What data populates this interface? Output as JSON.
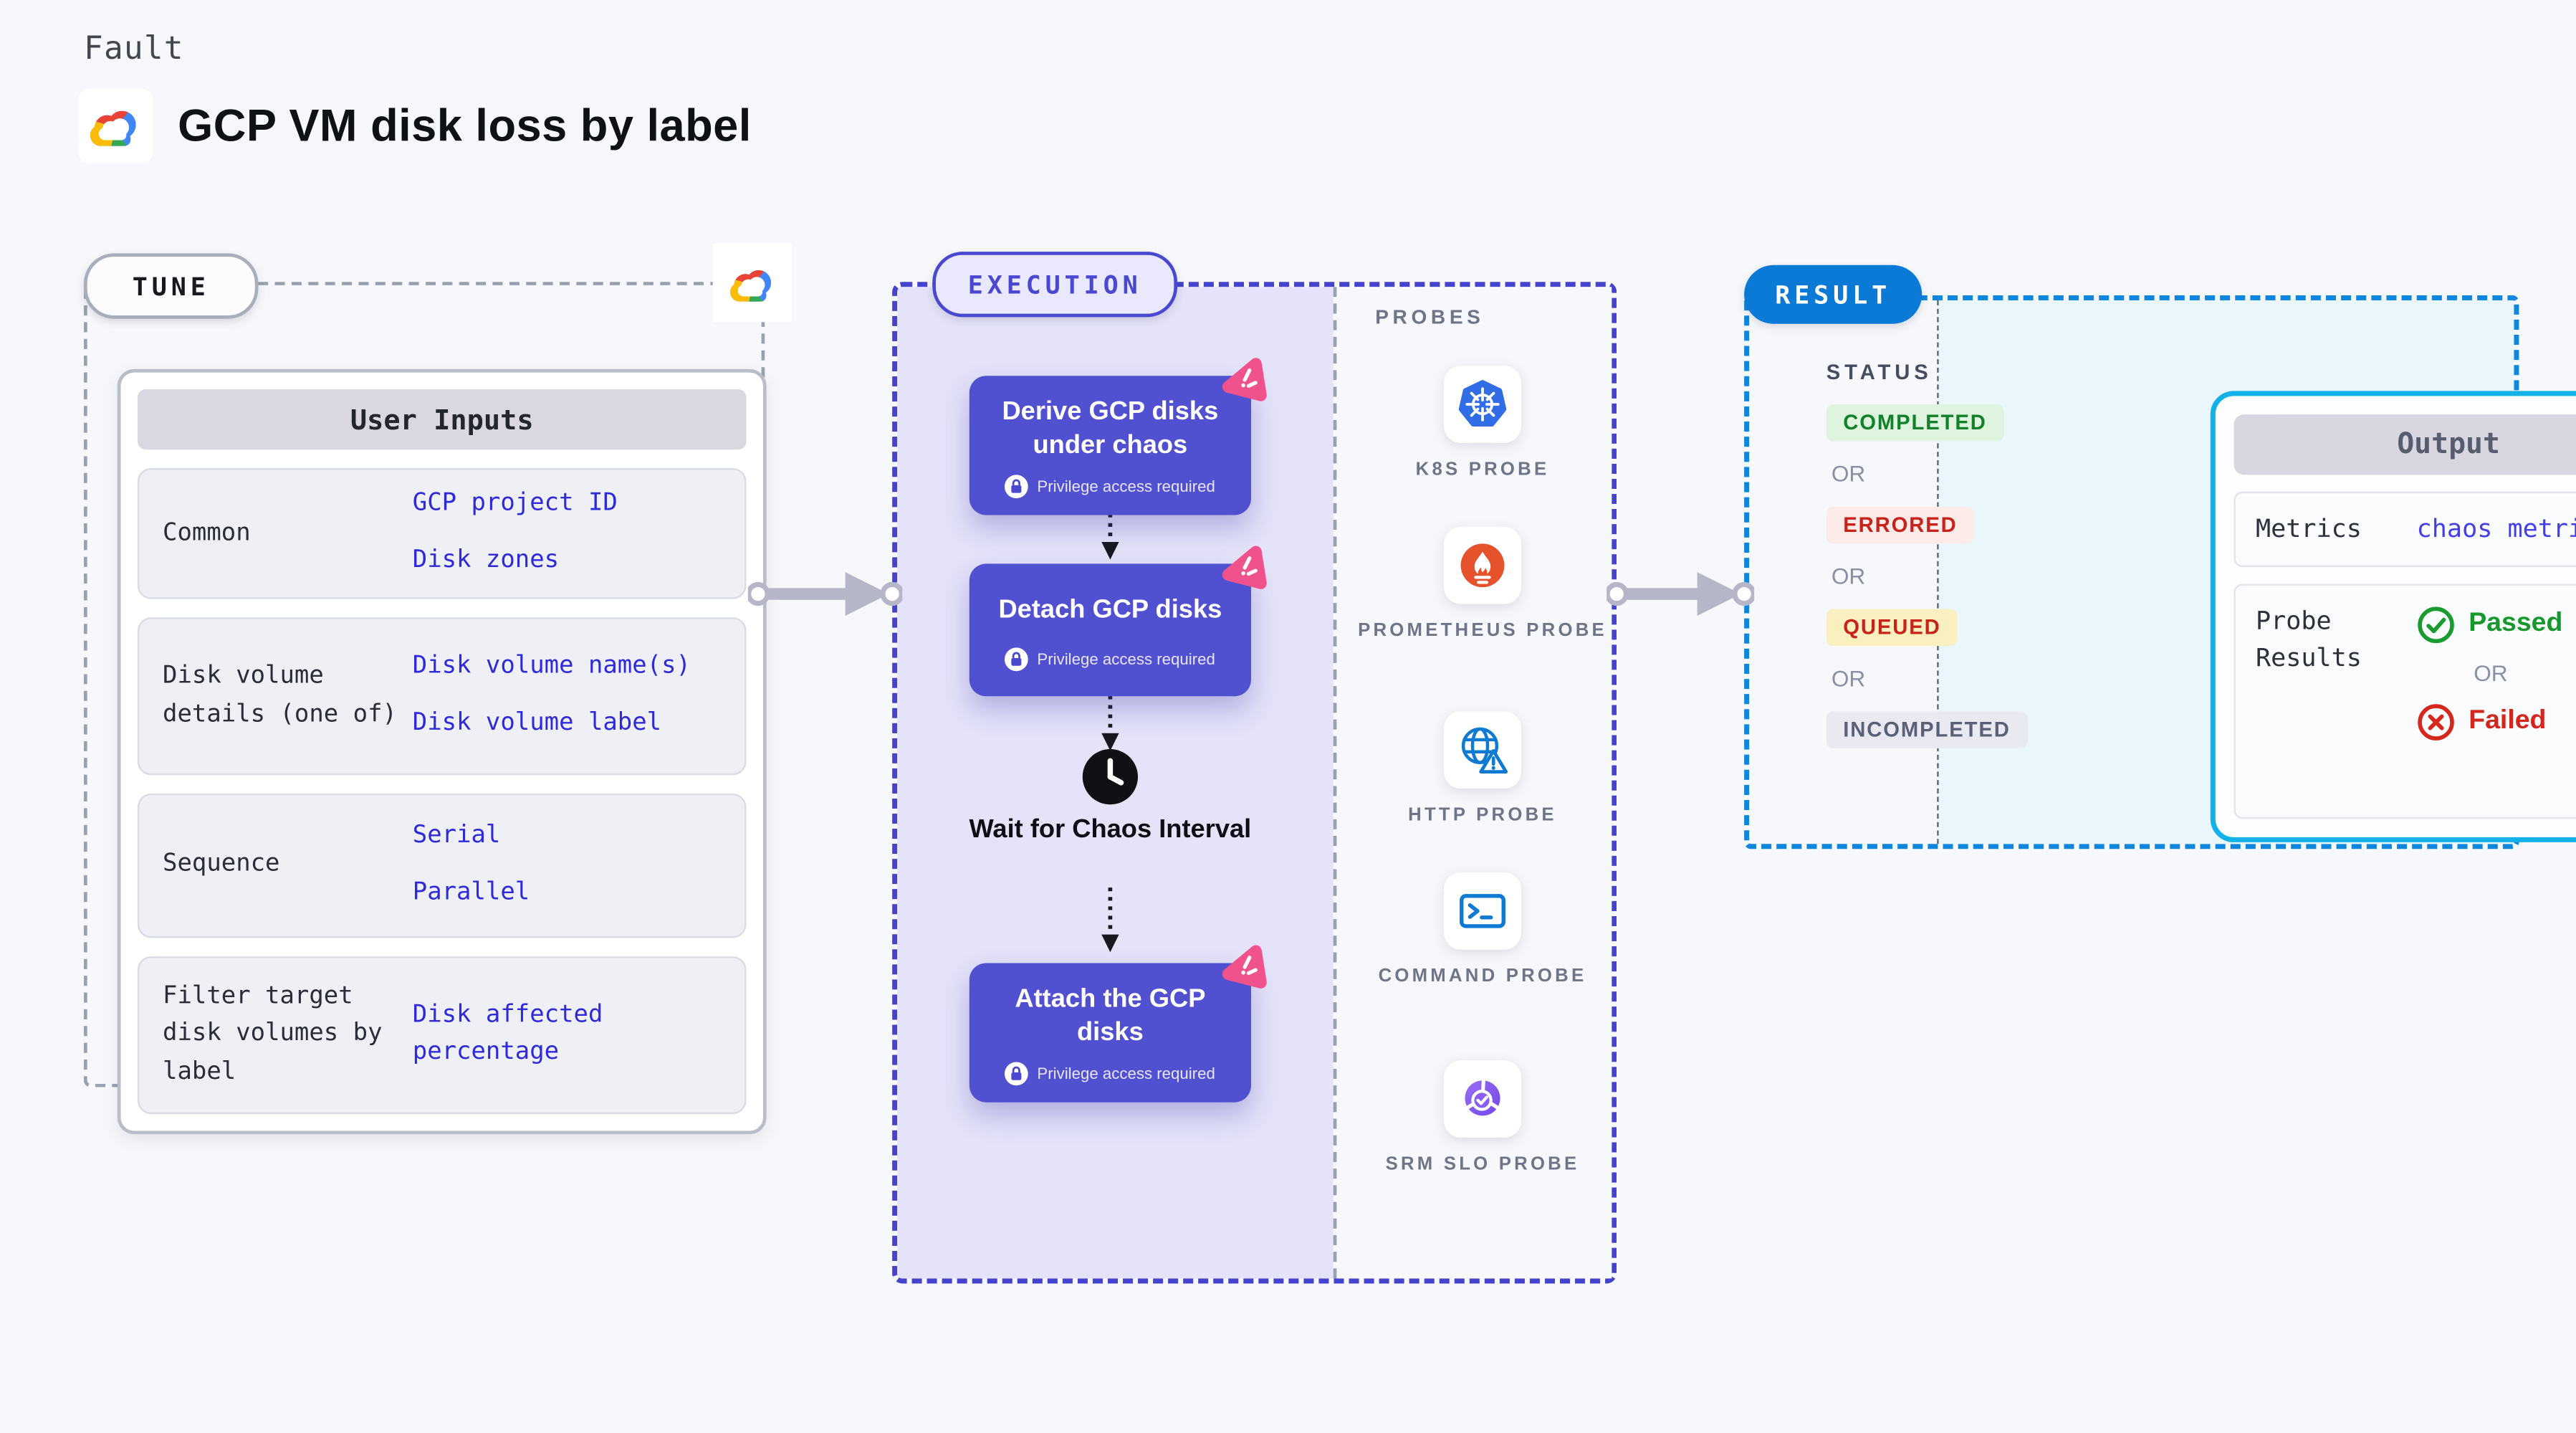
{
  "page": {
    "kicker": "Fault",
    "title": "GCP VM disk loss by label"
  },
  "tune": {
    "badge": "TUNE",
    "table": {
      "title": "User Inputs",
      "rows": [
        {
          "label": "Common",
          "values": [
            "GCP project ID",
            "Disk zones"
          ]
        },
        {
          "label": "Disk volume details (one of)",
          "values": [
            "Disk volume name(s)",
            "Disk volume label"
          ]
        },
        {
          "label": "Sequence",
          "values": [
            "Serial",
            "Parallel"
          ]
        },
        {
          "label": "Filter target disk volumes by label",
          "values": [
            "Disk affected percentage"
          ]
        }
      ]
    }
  },
  "execution": {
    "badge": "EXECUTION",
    "steps": [
      {
        "title": "Derive GCP disks under chaos",
        "note": "Privilege access required"
      },
      {
        "title": "Detach GCP disks",
        "note": "Privilege access required"
      },
      {
        "title": "Attach the GCP disks",
        "note": "Privilege access required"
      }
    ],
    "wait_label": "Wait for Chaos Interval"
  },
  "probes": {
    "heading": "PROBES",
    "items": [
      {
        "label": "K8S PROBE",
        "icon": "kubernetes-icon"
      },
      {
        "label": "PROMETHEUS PROBE",
        "icon": "prometheus-icon"
      },
      {
        "label": "HTTP PROBE",
        "icon": "globe-warning-icon"
      },
      {
        "label": "COMMAND PROBE",
        "icon": "terminal-icon"
      },
      {
        "label": "SRM SLO PROBE",
        "icon": "slo-gauge-icon"
      }
    ]
  },
  "result": {
    "badge": "RESULT",
    "status_heading": "STATUS",
    "or_label": "OR",
    "statuses": [
      {
        "label": "COMPLETED",
        "kind": "success"
      },
      {
        "label": "ERRORED",
        "kind": "error"
      },
      {
        "label": "QUEUED",
        "kind": "warning"
      },
      {
        "label": "INCOMPLETED",
        "kind": "neutral"
      }
    ],
    "output": {
      "title": "Output",
      "rows": {
        "metrics_label": "Metrics",
        "metrics_value": "chaos metrics",
        "probe_label": "Probe Results",
        "passed": "Passed",
        "or": "OR",
        "failed": "Failed"
      }
    }
  },
  "colors": {
    "accent_indigo": "#4a47d0",
    "button_purple": "#5150d0",
    "result_blue": "#0b79d6",
    "output_cyan": "#12b1e7",
    "link_blue": "#2f2ad9",
    "success_green": "#17982d",
    "error_red": "#d3261d",
    "chaos_pink": "#f0538c"
  }
}
